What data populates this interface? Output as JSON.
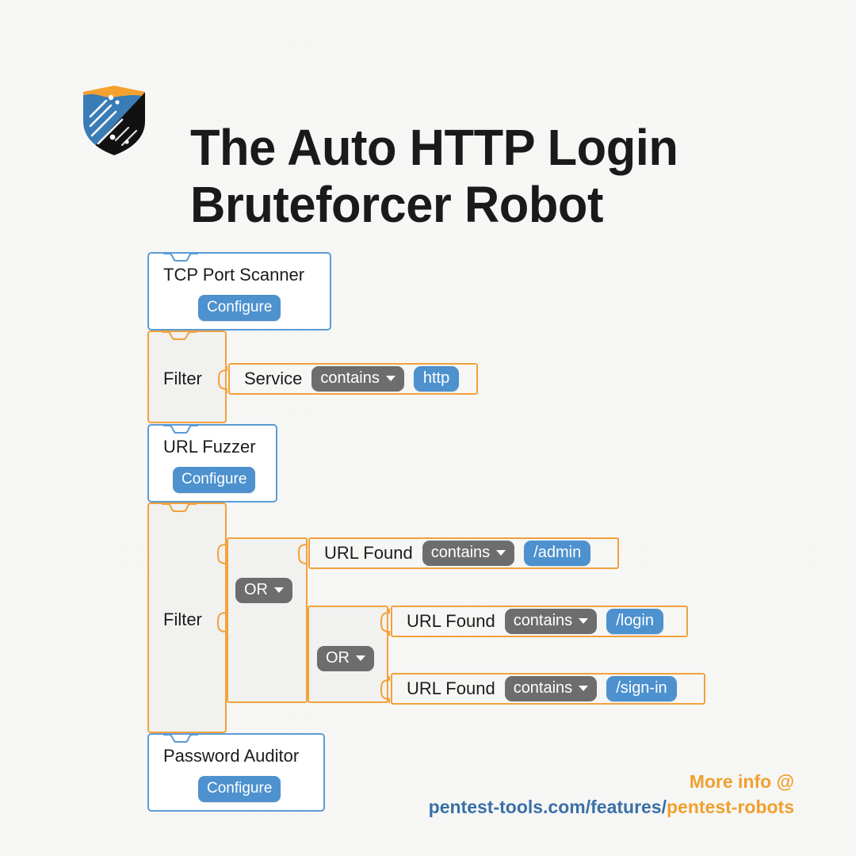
{
  "header": {
    "logo_icon": "pentest-tools-shield-logo",
    "title_line1": "The Auto HTTP Login",
    "title_line2": "Bruteforcer Robot"
  },
  "colors": {
    "background": "#f8f8f6",
    "action_border_blue": "#5b9bd5",
    "accent_blue": "#4d91ce",
    "filter_border_orange": "#f3a13c",
    "dropdown_gray": "#6d6d6d",
    "footer_orange": "#f0a02e",
    "footer_blue": "#3a6fa8",
    "text_dark": "#1c1c1c"
  },
  "robot": {
    "steps": [
      {
        "type": "action",
        "name": "tcp-port-scanner",
        "title": "TCP Port Scanner",
        "configure_label": "Configure"
      },
      {
        "type": "filter",
        "name": "filter-service",
        "label": "Filter",
        "conditions": [
          {
            "field": "Service",
            "operator": "contains",
            "value": "http"
          }
        ]
      },
      {
        "type": "action",
        "name": "url-fuzzer",
        "title": "URL Fuzzer",
        "configure_label": "Configure"
      },
      {
        "type": "filter",
        "name": "filter-url-found",
        "label": "Filter",
        "outer_operator": "OR",
        "inner_operator": "OR",
        "conditions": [
          {
            "field": "URL Found",
            "operator": "contains",
            "value": "/admin"
          },
          {
            "field": "URL Found",
            "operator": "contains",
            "value": "/login"
          },
          {
            "field": "URL Found",
            "operator": "contains",
            "value": "/sign-in"
          }
        ]
      },
      {
        "type": "action",
        "name": "password-auditor",
        "title": "Password Auditor",
        "configure_label": "Configure"
      }
    ]
  },
  "footer": {
    "more_info": "More info @",
    "url_base": "pentest-tools.com/features/",
    "url_highlight": "pentest-robots"
  }
}
